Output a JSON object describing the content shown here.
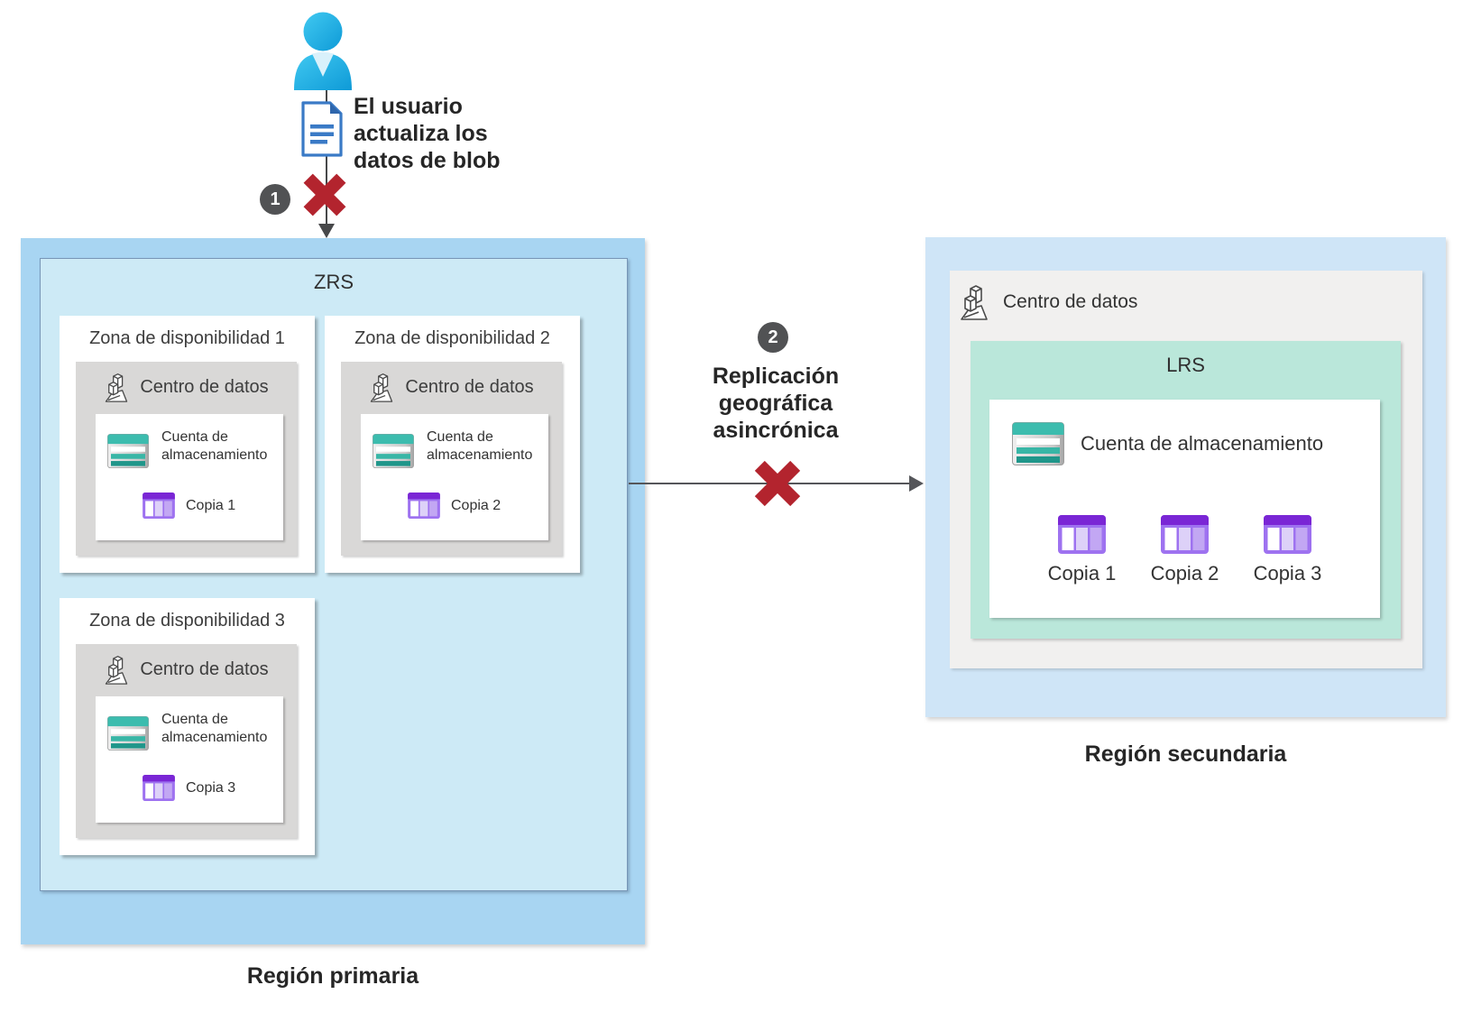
{
  "user_flow": {
    "step_badge": "1",
    "caption": "El usuario actualiza los datos de blob"
  },
  "primary_region": {
    "region_label": "Región primaria",
    "replication_type": "ZRS",
    "zones": [
      {
        "title": "Zona de disponibilidad 1",
        "datacenter": "Centro de datos",
        "storage_account": "Cuenta de almacenamiento",
        "copy": "Copia 1"
      },
      {
        "title": "Zona de disponibilidad 2",
        "datacenter": "Centro de datos",
        "storage_account": "Cuenta de almacenamiento",
        "copy": "Copia 2"
      },
      {
        "title": "Zona de disponibilidad 3",
        "datacenter": "Centro de datos",
        "storage_account": "Cuenta de almacenamiento",
        "copy": "Copia 3"
      }
    ]
  },
  "replication": {
    "step_badge": "2",
    "label": "Replicación geográfica asincrónica"
  },
  "secondary_region": {
    "region_label": "Región secundaria",
    "datacenter": "Centro de datos",
    "replication_type": "LRS",
    "storage_account": "Cuenta de almacenamiento",
    "copies": [
      "Copia 1",
      "Copia 2",
      "Copia 3"
    ]
  },
  "colors": {
    "primary_region_fill": "#a8d5f2",
    "zrs_fill": "#cdeaf6",
    "secondary_region_fill": "#cfe5f7",
    "datacenter_gray_primary": "#d9d8d7",
    "datacenter_gray_secondary": "#f1f0ef",
    "lrs_fill": "#bae7da",
    "storage_teal": "#3cbcae",
    "copy_purple": "#7a26d5",
    "error_red": "#b3242e",
    "badge_gray": "#515254"
  }
}
